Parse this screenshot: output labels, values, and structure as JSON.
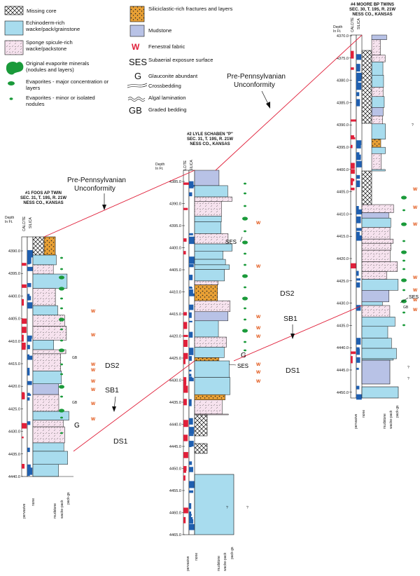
{
  "legend": {
    "missing_core": "Missing core",
    "echinoderm": "Echinoderm-rich wacke/pack/grainstone",
    "sponge": "Sponge spicule-rich wacke/packstone",
    "evaporite_orig": "Original evaporite minerals (nodules and layers)",
    "evap_major": "Evaporites - major concentration or layers",
    "evap_minor": "Evaporites - minor or isolated nodules",
    "siliciclastic": "Siliciclastic-rich fractures and layers",
    "mudstone": "Mudstone",
    "fenestral_sym": "W",
    "fenestral": "Fenestral fabric",
    "ses_sym": "SES",
    "ses": "Subaerial exposure surface",
    "g_sym": "G",
    "glauconite": "Glauconite abundant",
    "crossbedding": "Crossbedding",
    "algal": "Algal lamination",
    "gb_sym": "GB",
    "graded": "Graded bedding"
  },
  "wells": [
    {
      "title1": "#1 FOOS AP TWIN",
      "title2": "SEC. 31, T. 19S, R. 21W",
      "title3": "NESS CO., KANSAS",
      "depths": [
        "4390.0",
        "4395.0",
        "4400.0",
        "4405.0",
        "4410.0",
        "4415.0",
        "4420.0",
        "4425.0",
        "4430.0",
        "4435.0",
        "4440.0"
      ]
    },
    {
      "title1": "#2 LYLE SCHABEN \"P\"",
      "title2": "SEC. 31, T. 19S, R. 21W",
      "title3": "NESS CO., KANSAS",
      "depths": [
        "4385.0",
        "4390.0",
        "4395.0",
        "4400.0",
        "4405.0",
        "4410.0",
        "4415.0",
        "4420.0",
        "4425.0",
        "4430.0",
        "4435.0",
        "4440.0",
        "4445.0",
        "4450.0",
        "4455.0",
        "4460.0",
        "4465.0"
      ]
    },
    {
      "title1": "#4 MOORE BP TWINS",
      "title2": "SEC. 30, T. 19S, R. 21W",
      "title3": "NESS CO., KANSAS",
      "depths": [
        "4370.0",
        "4375.0",
        "4380.0",
        "4385.0",
        "4390.0",
        "4395.0",
        "4400.0",
        "4405.0",
        "4410.0",
        "4415.0",
        "4420.0",
        "4425.0",
        "4430.0",
        "4435.0",
        "4440.0",
        "4445.0",
        "4450.0"
      ]
    }
  ],
  "headers": {
    "depth1": "Depth",
    "depth2": "In Ft.",
    "calcite": "CALCITE",
    "silica": "SILICA",
    "pervasive": "pervasive",
    "none": "none",
    "mudstone": "mudstone",
    "wacke_pack": "wacke-pack",
    "pack_gs": "pack-gs"
  },
  "annotations": {
    "unconformity1": "Pre-Pennsylvanian",
    "unconformity2": "Unconformity",
    "ds2": "DS2",
    "sb1": "SB1",
    "ds1": "DS1",
    "ses": "SES",
    "w": "W",
    "g": "G",
    "gb": "GB",
    "q": "?"
  },
  "colors": {
    "echinoderm": "#a8dcee",
    "sponge": "#f6e2ee",
    "mudstone": "#b8c2e6",
    "siliciclastic": "#e8a035",
    "evaporite": "#1a9a3a",
    "calcite": "#e0203a",
    "silica": "#1f5fb0",
    "correlation": "#e0203a",
    "fenestral": "#e05010"
  }
}
